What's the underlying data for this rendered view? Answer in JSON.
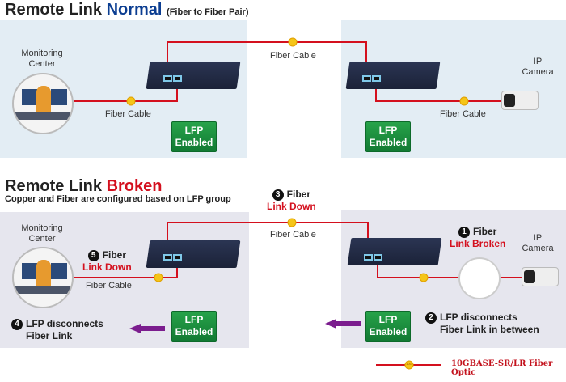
{
  "normal": {
    "title_prefix": "Remote Link ",
    "title_status": "Normal",
    "title_note": "(Fiber to Fiber Pair)",
    "monitoring_center": [
      "Monitoring",
      "Center"
    ],
    "fiber_cable_left": "Fiber Cable",
    "fiber_cable_middle": "Fiber Cable",
    "fiber_cable_right": "Fiber Cable",
    "lfp_left": [
      "LFP",
      "Enabled"
    ],
    "lfp_right": [
      "LFP",
      "Enabled"
    ],
    "ip_camera": [
      "IP",
      "Camera"
    ]
  },
  "broken": {
    "title_prefix": "Remote Link ",
    "title_status": "Broken",
    "subtitle": "Copper and Fiber are configured based on LFP group",
    "monitoring_center": [
      "Monitoring",
      "Center"
    ],
    "fiber_cable_left": "Fiber Cable",
    "fiber_cable_middle": "Fiber Cable",
    "lfp_left": [
      "LFP",
      "Enabled"
    ],
    "lfp_right": [
      "LFP",
      "Enabled"
    ],
    "ip_camera": [
      "IP",
      "Camera"
    ],
    "steps": [
      {
        "num": "1",
        "line1": "Fiber",
        "line2": "Link Broken"
      },
      {
        "num": "2",
        "line1": "LFP disconnects",
        "line2": "Fiber Link in between"
      },
      {
        "num": "3",
        "line1": "Fiber",
        "line2": "Link Down"
      },
      {
        "num": "4",
        "line1": "LFP disconnects",
        "line2": "Fiber Link"
      },
      {
        "num": "5",
        "line1": "Fiber",
        "line2": "Link Down"
      }
    ]
  },
  "legend": {
    "badge": "10G",
    "label": "10GBASE-SR/LR Fiber Optic"
  },
  "colors": {
    "fiber": "#d4101e",
    "arrow": "#7b1d8e",
    "lfp": "#1f8f3f",
    "normal": "#0b3d91"
  }
}
